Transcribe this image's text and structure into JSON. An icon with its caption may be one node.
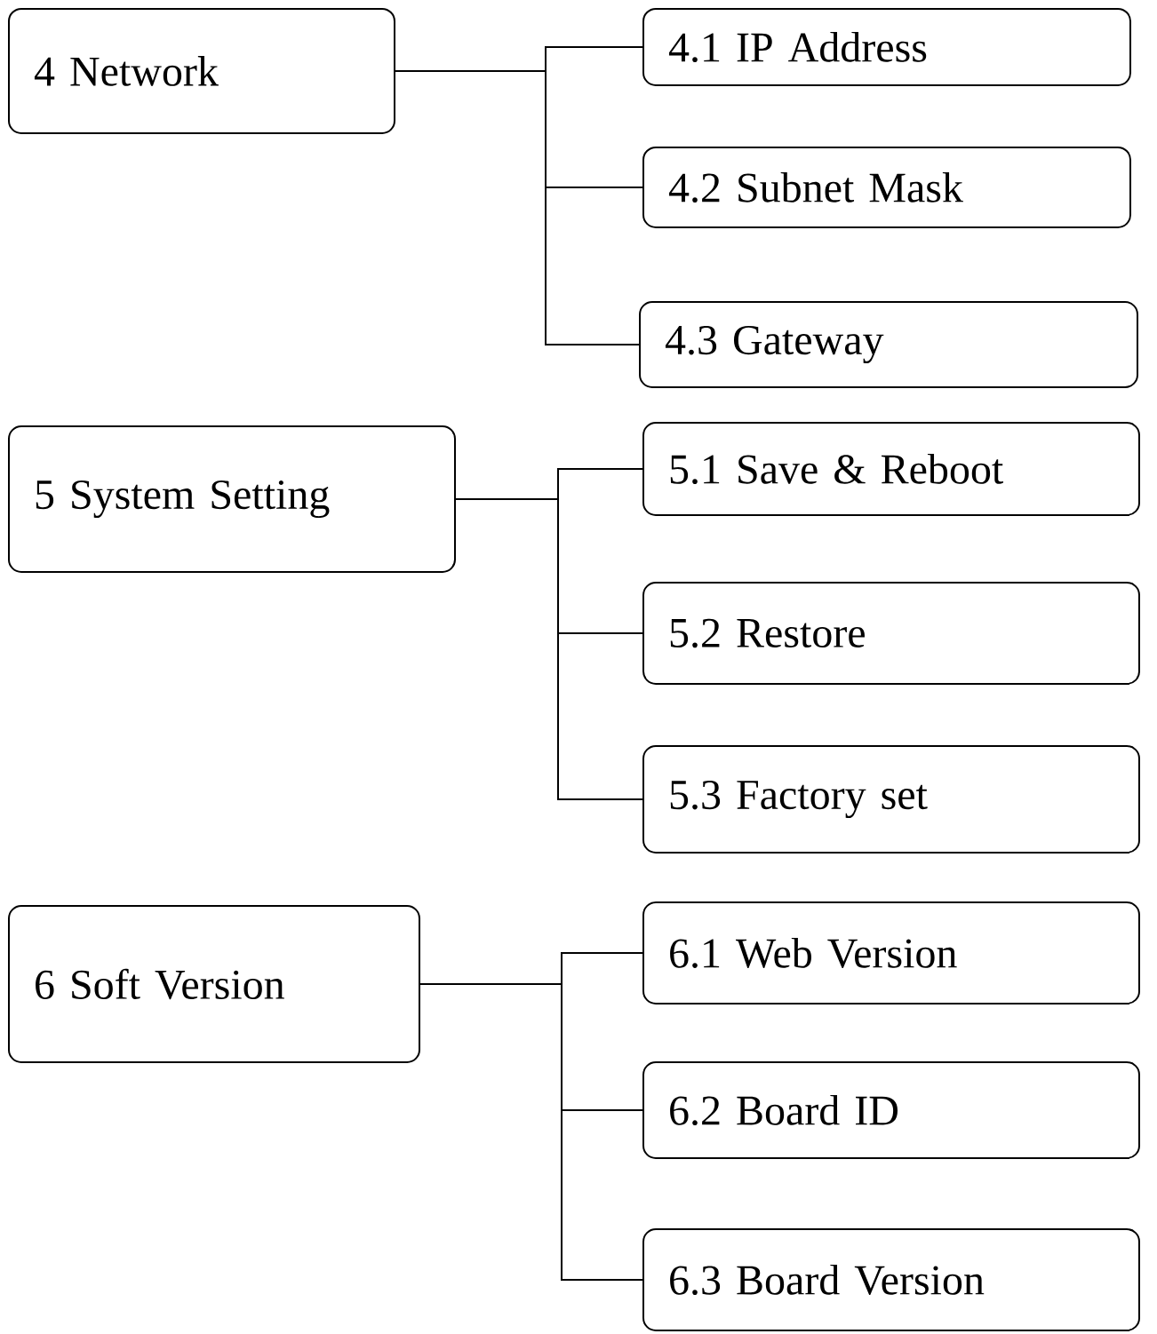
{
  "diagram": {
    "nodes": [
      {
        "text": [
          "4 Network"
        ]
      },
      {
        "text": [
          "4.1 IP Address"
        ]
      },
      {
        "text": [
          "4.2 Subnet Mask"
        ]
      },
      {
        "text": [
          "4.3 Gateway"
        ]
      },
      {
        "text": [
          "5 System Setting"
        ]
      },
      {
        "text": [
          "5.1 Save & Reboot"
        ]
      },
      {
        "text": [
          "5.2 Restore"
        ]
      },
      {
        "text": [
          "5.3 Factory set"
        ]
      },
      {
        "text": [
          "6 Soft Version"
        ]
      },
      {
        "text": [
          "6.1 Web Version"
        ]
      },
      {
        "text": [
          "6.2 Board ID"
        ]
      },
      {
        "text": [
          "6.3 Board Version"
        ]
      }
    ],
    "edges": [
      {
        "from": 0,
        "to": 1,
        "arrow": "none"
      },
      {
        "from": 0,
        "to": 2,
        "arrow": "none"
      },
      {
        "from": 0,
        "to": 3,
        "arrow": "none"
      },
      {
        "from": 4,
        "to": 5,
        "arrow": "none"
      },
      {
        "from": 4,
        "to": 6,
        "arrow": "none"
      },
      {
        "from": 4,
        "to": 7,
        "arrow": "none"
      },
      {
        "from": 8,
        "to": 9,
        "arrow": "none"
      },
      {
        "from": 8,
        "to": 10,
        "arrow": "none"
      },
      {
        "from": 8,
        "to": 11,
        "arrow": "none"
      }
    ]
  }
}
